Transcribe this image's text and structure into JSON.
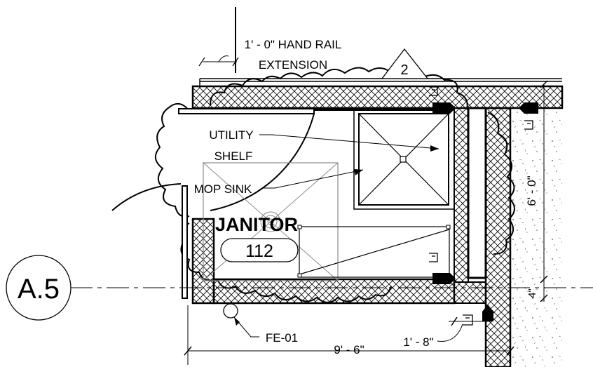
{
  "drawing": {
    "grid_bubble": "A.5",
    "room_name": "JANITOR",
    "room_number": "112",
    "revision_tag": "2",
    "labels": {
      "hand_rail_line1": "1' - 0\" HAND RAIL",
      "hand_rail_line2": "EXTENSION",
      "utility_line1": "UTILITY",
      "utility_line2": "SHELF",
      "mop_sink": "MOP SINK",
      "fire_extinguisher": "FE-01"
    },
    "dimensions": {
      "overall_width": "9' - 6\"",
      "offset": "1' - 8\"",
      "room_depth": "6' - 0\"",
      "wall_offset": "4\""
    }
  }
}
